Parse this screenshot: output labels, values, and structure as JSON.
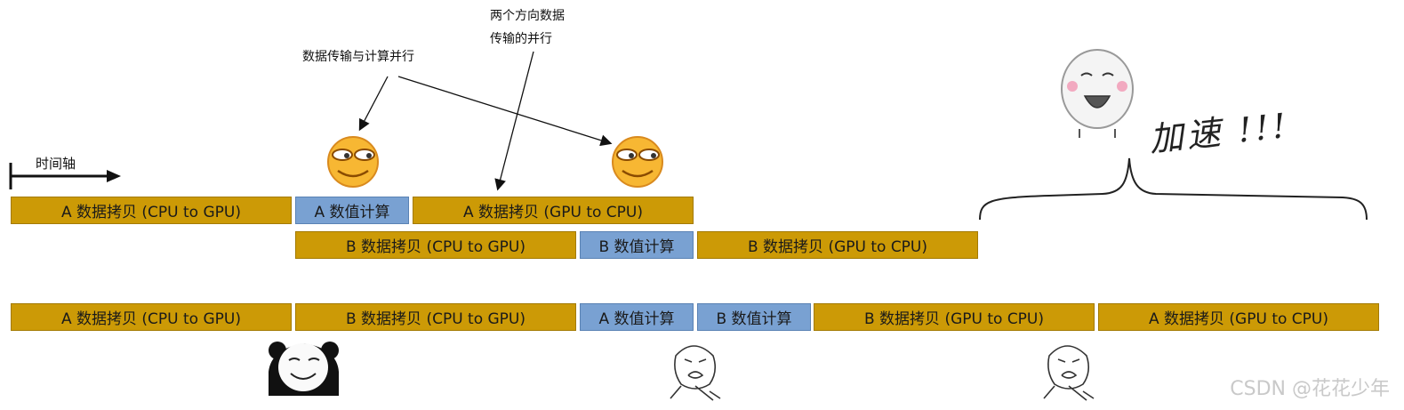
{
  "annotations": {
    "time_axis": "时间轴",
    "parallel_compute": "数据传输与计算并行",
    "bidirectional_line1": "两个方向数据",
    "bidirectional_line2": "传输的并行",
    "speedup": "加速 !!!"
  },
  "row1": [
    {
      "label": "A 数据拷贝 (CPU to GPU)",
      "kind": "copy"
    },
    {
      "label": "A 数值计算",
      "kind": "compute"
    },
    {
      "label": "A 数据拷贝 (GPU to CPU)",
      "kind": "copy"
    }
  ],
  "row2": [
    {
      "label": "B 数据拷贝 (CPU to GPU)",
      "kind": "copy"
    },
    {
      "label": "B 数值计算",
      "kind": "compute"
    },
    {
      "label": "B 数据拷贝 (GPU to CPU)",
      "kind": "copy"
    }
  ],
  "row3": [
    {
      "label": "A 数据拷贝 (CPU to GPU)",
      "kind": "copy"
    },
    {
      "label": "B 数据拷贝 (CPU to GPU)",
      "kind": "copy"
    },
    {
      "label": "A 数值计算",
      "kind": "compute"
    },
    {
      "label": "B 数值计算",
      "kind": "compute"
    },
    {
      "label": "B 数据拷贝 (GPU to CPU)",
      "kind": "copy"
    },
    {
      "label": "A 数据拷贝 (GPU to CPU)",
      "kind": "copy"
    }
  ],
  "colors": {
    "copy": "#cc9a06",
    "compute": "#79a1d2"
  },
  "icons": [
    "smile-emoji-icon",
    "smile-emoji-icon",
    "laughing-meme-icon",
    "panda-meme-icon",
    "y-u-no-meme-icon",
    "y-u-no-meme-icon"
  ],
  "watermark": "CSDN @花花少年"
}
